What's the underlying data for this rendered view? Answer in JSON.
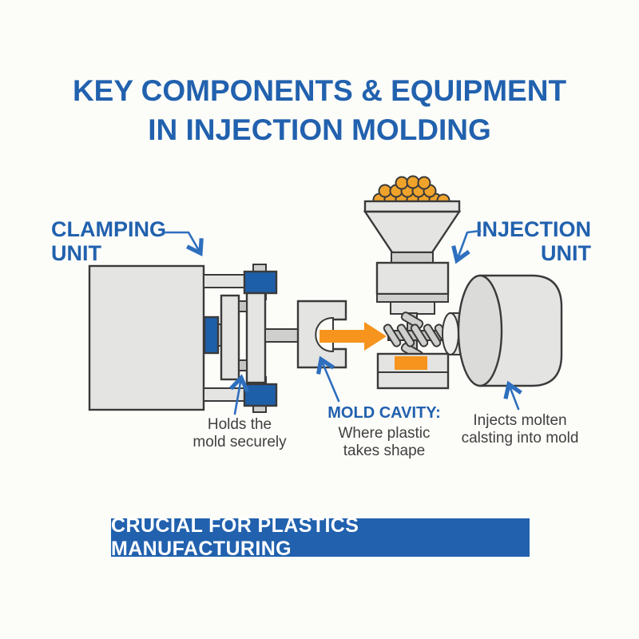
{
  "title": {
    "line1": "KEY COMPONENTS & EQUIPMENT",
    "line2": "IN INJECTION MOLDING"
  },
  "clamping_unit": {
    "label_line1": "CLAMPING",
    "label_line2": "UNIT",
    "caption_line1": "Holds the",
    "caption_line2": "mold securely"
  },
  "injection_unit": {
    "label_line1": "INJECTION",
    "label_line2": "UNIT",
    "caption_line1": "Injects molten",
    "caption_line2": "calsting into mold"
  },
  "mold_cavity": {
    "label": "MOLD CAVITY:",
    "caption_line1": "Where plastic",
    "caption_line2": "takes shape"
  },
  "banner": {
    "text": "CRUCIAL FOR PLASTICS MANUFACTURING"
  },
  "colors": {
    "accent_blue": "#2161ae",
    "machine_blue": "#1e5fa9",
    "orange": "#f6941e",
    "pellet_orange": "#f0a32b",
    "machine_gray": "#e4e4e2",
    "machine_gray_mid": "#cfcfcd",
    "machine_gray_dark": "#c4c4c2",
    "outline": "#3a3a3a",
    "text_dark": "#404040",
    "background": "#fcfcf9"
  }
}
